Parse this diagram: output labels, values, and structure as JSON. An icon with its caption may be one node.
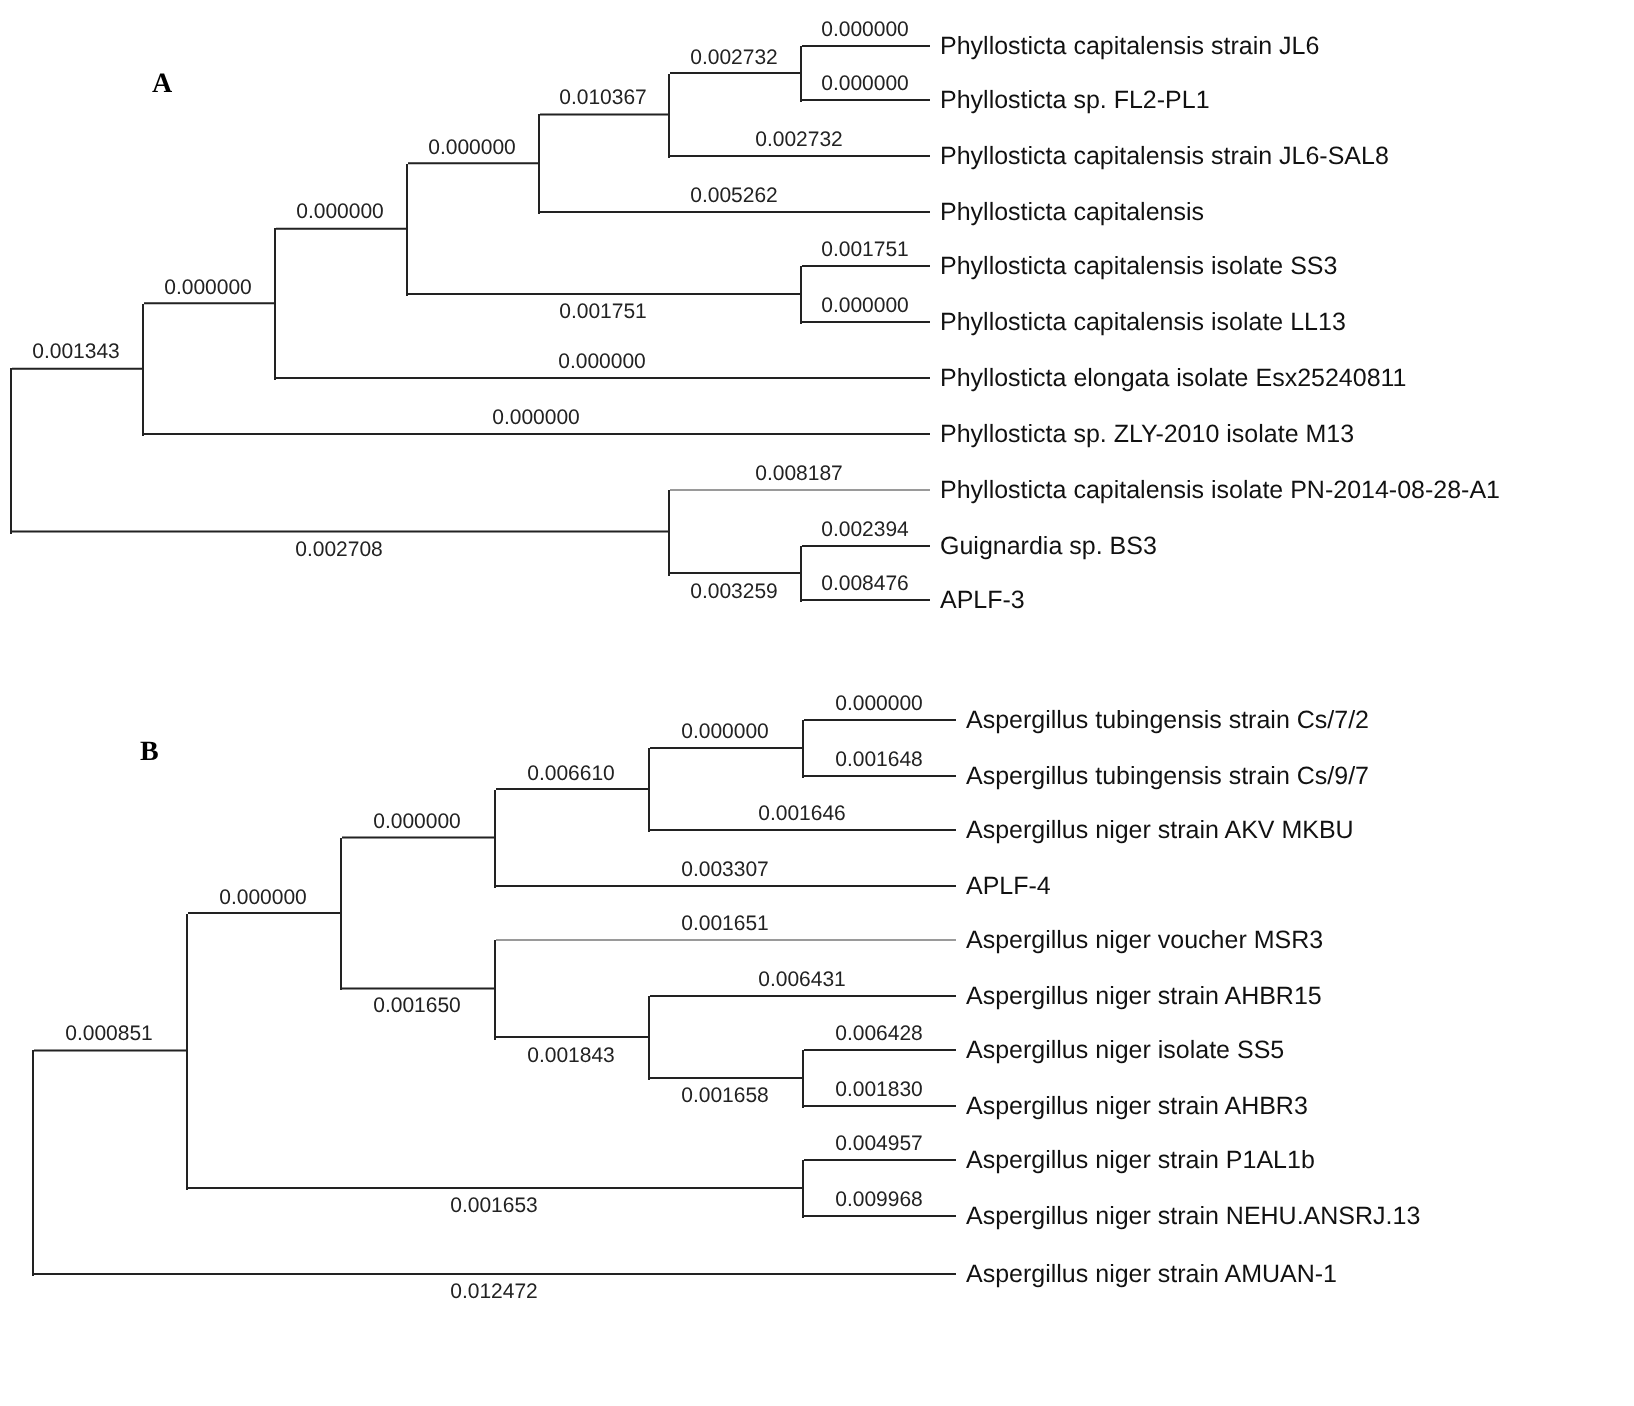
{
  "diagram": {
    "nodes": [
      {
        "text": [],
        "shape": "bar"
      },
      {
        "text": [],
        "shape": "bar"
      },
      {
        "text": [],
        "shape": "bar"
      },
      {
        "text": [],
        "shape": "bar"
      },
      {
        "text": [],
        "shape": "bar"
      },
      {
        "text": [],
        "shape": "bar"
      },
      {
        "text": [],
        "shape": "bar"
      },
      {
        "text": [
          "Phyllosticta capitalensis strain JL6"
        ]
      },
      {
        "text": [
          "Phyllosticta sp. FL2-PL1"
        ]
      },
      {
        "text": [
          "Phyllosticta capitalensis strain JL6-SAL8"
        ]
      },
      {
        "text": [
          "Phyllosticta capitalensis"
        ]
      },
      {
        "text": [],
        "shape": "bar"
      },
      {
        "text": [
          "Phyllosticta capitalensis isolate SS3"
        ]
      },
      {
        "text": [
          "Phyllosticta capitalensis isolate LL13"
        ]
      },
      {
        "text": [
          "Phyllosticta elongata isolate Esx25240811"
        ]
      },
      {
        "text": [
          "Phyllosticta sp. ZLY-2010 isolate M13"
        ]
      },
      {
        "text": [],
        "shape": "bar"
      },
      {
        "text": [
          "Phyllosticta capitalensis isolate PN-2014-08-28-A1"
        ]
      },
      {
        "text": [],
        "shape": "bar"
      },
      {
        "text": [
          "Guignardia sp. BS3"
        ]
      },
      {
        "text": [
          "APLF-3"
        ]
      },
      {
        "text": [],
        "shape": "bar"
      },
      {
        "text": [],
        "shape": "bar"
      },
      {
        "text": [],
        "shape": "bar"
      },
      {
        "text": [],
        "shape": "bar"
      },
      {
        "text": [],
        "shape": "bar"
      },
      {
        "text": [],
        "shape": "bar"
      },
      {
        "text": [
          "Aspergillus tubingensis strain Cs/7/2"
        ]
      },
      {
        "text": [
          "Aspergillus tubingensis strain Cs/9/7"
        ]
      },
      {
        "text": [
          "Aspergillus niger strain AKV MKBU"
        ]
      },
      {
        "text": [
          "APLF-4"
        ]
      },
      {
        "text": [],
        "shape": "bar"
      },
      {
        "text": [
          "Aspergillus niger voucher MSR3"
        ]
      },
      {
        "text": [],
        "shape": "bar"
      },
      {
        "text": [
          "Aspergillus niger strain AHBR15"
        ]
      },
      {
        "text": [],
        "shape": "bar"
      },
      {
        "text": [
          "Aspergillus niger isolate SS5"
        ]
      },
      {
        "text": [
          "Aspergillus niger strain AHBR3"
        ]
      },
      {
        "text": [],
        "shape": "bar"
      },
      {
        "text": [
          "Aspergillus niger strain P1AL1b"
        ]
      },
      {
        "text": [
          "Aspergillus niger strain NEHU.ANSRJ.13"
        ]
      },
      {
        "text": [
          "Aspergillus niger strain AMUAN-1"
        ]
      }
    ],
    "edges": [
      {
        "from": 0,
        "to": 1,
        "arrow": "none",
        "label": "0.001343"
      },
      {
        "from": 0,
        "to": 16,
        "arrow": "none",
        "label": "0.002708"
      },
      {
        "from": 1,
        "to": 2,
        "arrow": "none",
        "label": "0.000000"
      },
      {
        "from": 1,
        "to": 15,
        "arrow": "none",
        "label": "0.000000"
      },
      {
        "from": 2,
        "to": 3,
        "arrow": "none",
        "label": "0.000000"
      },
      {
        "from": 2,
        "to": 14,
        "arrow": "none",
        "label": "0.000000"
      },
      {
        "from": 3,
        "to": 4,
        "arrow": "none",
        "label": "0.000000"
      },
      {
        "from": 3,
        "to": 11,
        "arrow": "none",
        "label": "0.001751"
      },
      {
        "from": 4,
        "to": 5,
        "arrow": "none",
        "label": "0.010367"
      },
      {
        "from": 4,
        "to": 10,
        "arrow": "none",
        "label": "0.005262"
      },
      {
        "from": 5,
        "to": 6,
        "arrow": "none",
        "label": "0.002732"
      },
      {
        "from": 5,
        "to": 9,
        "arrow": "none",
        "label": "0.002732"
      },
      {
        "from": 6,
        "to": 7,
        "arrow": "none",
        "label": "0.000000"
      },
      {
        "from": 6,
        "to": 8,
        "arrow": "none",
        "label": "0.000000"
      },
      {
        "from": 11,
        "to": 12,
        "arrow": "none",
        "label": "0.001751"
      },
      {
        "from": 11,
        "to": 13,
        "arrow": "none",
        "label": "0.000000"
      },
      {
        "from": 16,
        "to": 17,
        "arrow": "none",
        "label": "0.008187",
        "color": "#9a9a9a"
      },
      {
        "from": 16,
        "to": 18,
        "arrow": "none",
        "label": "0.003259"
      },
      {
        "from": 18,
        "to": 19,
        "arrow": "none",
        "label": "0.002394"
      },
      {
        "from": 18,
        "to": 20,
        "arrow": "none",
        "label": "0.008476"
      },
      {
        "from": 21,
        "to": 22,
        "arrow": "none",
        "label": "0.000851"
      },
      {
        "from": 21,
        "to": 41,
        "arrow": "none",
        "label": "0.012472"
      },
      {
        "from": 22,
        "to": 23,
        "arrow": "none",
        "label": "0.000000"
      },
      {
        "from": 22,
        "to": 38,
        "arrow": "none",
        "label": "0.001653"
      },
      {
        "from": 23,
        "to": 24,
        "arrow": "none",
        "label": "0.000000"
      },
      {
        "from": 23,
        "to": 31,
        "arrow": "none",
        "label": "0.001650"
      },
      {
        "from": 24,
        "to": 25,
        "arrow": "none",
        "label": "0.006610"
      },
      {
        "from": 24,
        "to": 30,
        "arrow": "none",
        "label": "0.003307"
      },
      {
        "from": 25,
        "to": 26,
        "arrow": "none",
        "label": "0.000000"
      },
      {
        "from": 25,
        "to": 29,
        "arrow": "none",
        "label": "0.001646"
      },
      {
        "from": 26,
        "to": 27,
        "arrow": "none",
        "label": "0.000000"
      },
      {
        "from": 26,
        "to": 28,
        "arrow": "none",
        "label": "0.001648"
      },
      {
        "from": 31,
        "to": 32,
        "arrow": "none",
        "label": "0.001651",
        "color": "#9a9a9a"
      },
      {
        "from": 31,
        "to": 33,
        "arrow": "none",
        "label": "0.001843"
      },
      {
        "from": 33,
        "to": 34,
        "arrow": "none",
        "label": "0.006431"
      },
      {
        "from": 33,
        "to": 35,
        "arrow": "none",
        "label": "0.001658"
      },
      {
        "from": 35,
        "to": 36,
        "arrow": "none",
        "label": "0.006428"
      },
      {
        "from": 35,
        "to": 37,
        "arrow": "none",
        "label": "0.001830"
      },
      {
        "from": 38,
        "to": 39,
        "arrow": "none",
        "label": "0.004957"
      },
      {
        "from": 38,
        "to": 40,
        "arrow": "none",
        "label": "0.009968"
      }
    ],
    "labels": [
      "A",
      "B"
    ]
  }
}
